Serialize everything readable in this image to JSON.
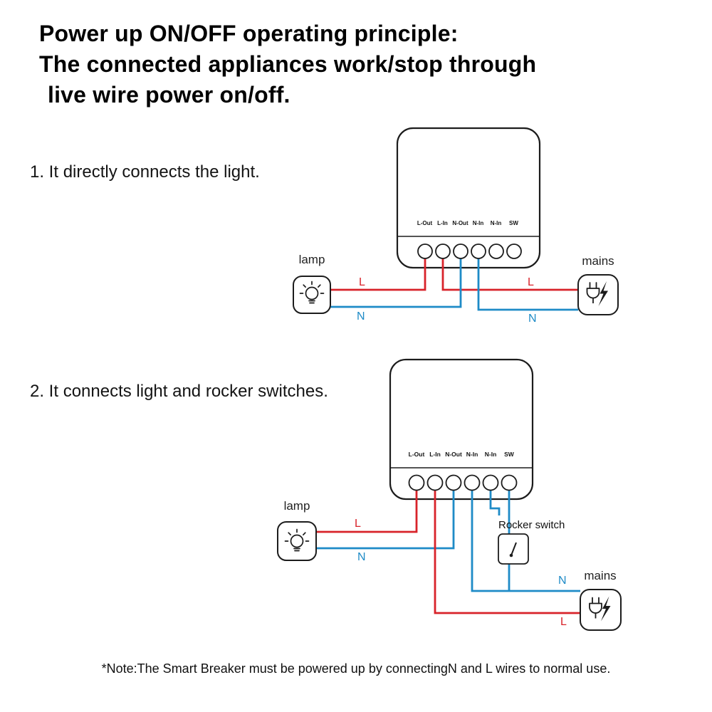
{
  "title": {
    "line1": "Power up ON/OFF operating principle:",
    "line2": "The connected appliances work/stop through",
    "line3": "live wire power on/off."
  },
  "sections": [
    {
      "label": "1. It directly connects the light."
    },
    {
      "label": "2. It connects light and rocker switches."
    }
  ],
  "device": {
    "terminals": [
      "L-Out",
      "L-In",
      "N-Out",
      "N-In",
      "N-In",
      "SW"
    ]
  },
  "labels": {
    "lamp": "lamp",
    "mains": "mains",
    "rocker_switch": "Rocker switch",
    "live": "L",
    "neutral": "N"
  },
  "colors": {
    "live": "#d8232a",
    "neutral": "#1e8bc7",
    "ink": "#1c1c1c"
  },
  "note": "*Note:The Smart Breaker must be powered up by connectingN and L wires to normal use."
}
